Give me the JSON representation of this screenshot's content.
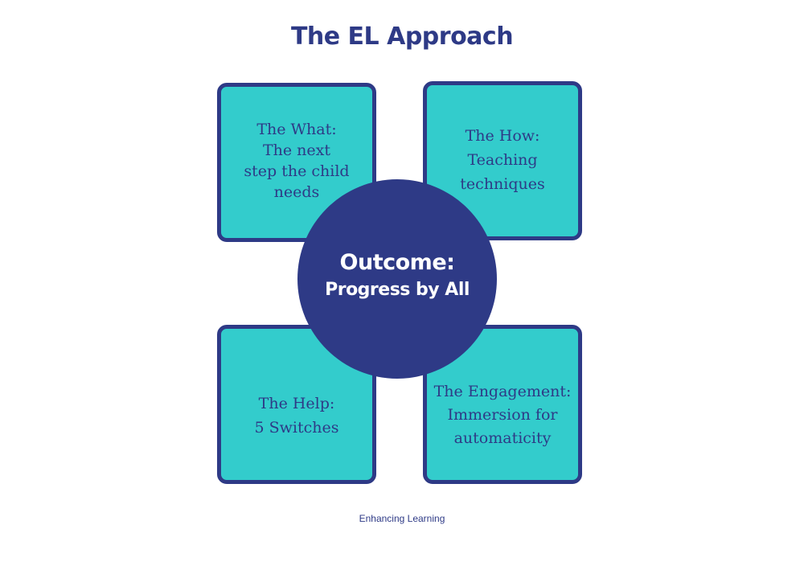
{
  "title": "The EL Approach",
  "boxes": {
    "what": {
      "lines": [
        "The What:",
        "The next",
        "step the child",
        "needs"
      ]
    },
    "how": {
      "lines": [
        "The How:",
        "Teaching",
        "techniques"
      ]
    },
    "help": {
      "lines": [
        "The Help:",
        "5 Switches"
      ]
    },
    "engagement": {
      "lines": [
        "The Engagement:",
        "Immersion for",
        "automaticity"
      ]
    }
  },
  "center": {
    "line1": "Outcome:",
    "line2": "Progress by All"
  },
  "footer": "Enhancing Learning",
  "colors": {
    "navy": "#2e3a86",
    "teal": "#33cccc",
    "background": "#ffffff"
  }
}
